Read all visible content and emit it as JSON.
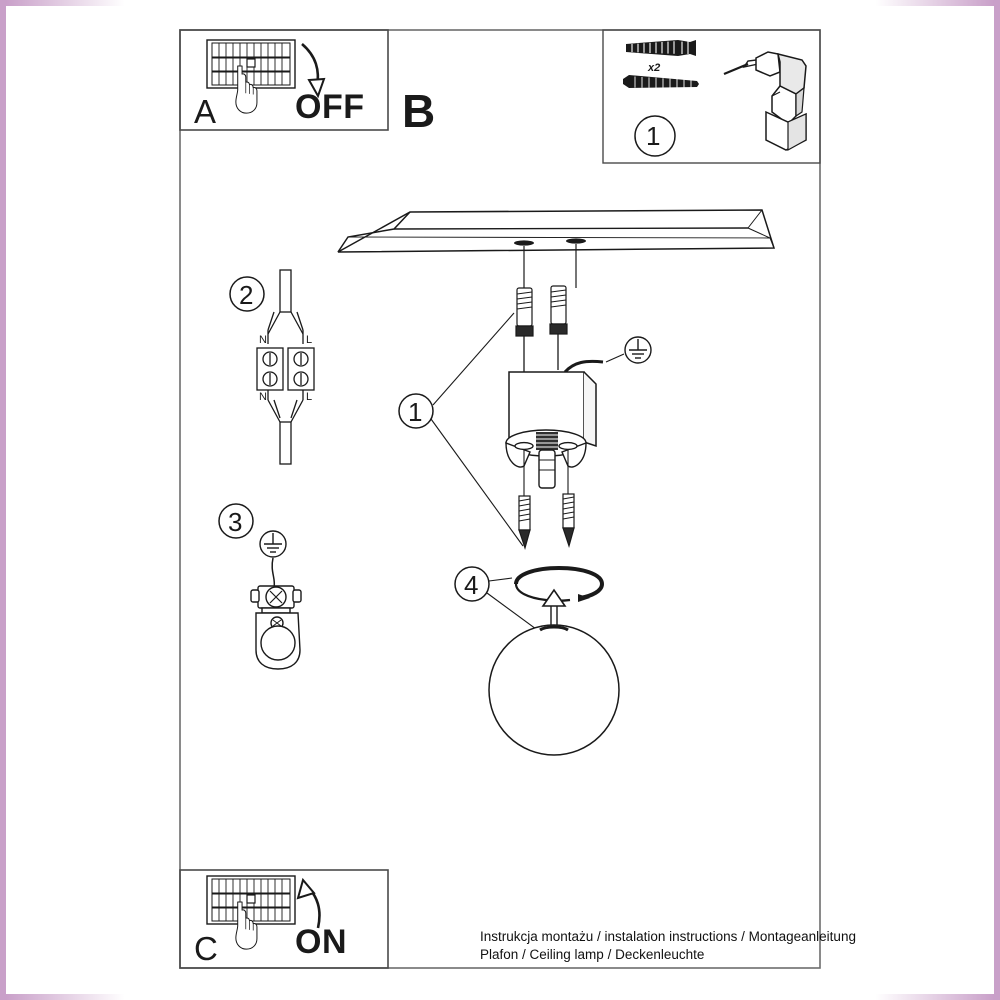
{
  "document": {
    "type": "installation-instruction-sheet",
    "product": "Plafon / Ceiling lamp / Deckenleuchte",
    "footer_line1": "Instrukcja montażu / instalation instructions / Montageanleitung",
    "footer_line2": "Plafon / Ceiling lamp / Deckenleuchte"
  },
  "panels": {
    "a": {
      "letter": "A",
      "action_label": "OFF",
      "icon": "circuit-breaker-panel",
      "hand_icon": "hand-pointing-finger",
      "arrow": "curved-arrow-down"
    },
    "b": {
      "letter": "B"
    },
    "c": {
      "letter": "C",
      "action_label": "ON",
      "icon": "circuit-breaker-panel",
      "hand_icon": "hand-pointing-finger",
      "arrow": "curved-arrow-up"
    }
  },
  "steps": [
    {
      "number": "1",
      "position": "top-right",
      "quantity_label": "x2",
      "parts": [
        "wall-plug-anchor",
        "screw"
      ],
      "tool": "power-drill",
      "description": "Drill holes and insert wall plugs"
    },
    {
      "number": "2",
      "position": "left-upper",
      "terminal_labels_top": {
        "left": "N",
        "right": "L"
      },
      "terminal_labels_bottom": {
        "left": "N",
        "right": "L"
      },
      "parts": [
        "terminal-connector-block",
        "cable-mains",
        "cable-fixture"
      ],
      "description": "Connect N and L wires in terminal block"
    },
    {
      "number": "3",
      "position": "left-lower",
      "symbol": "earth-ground-symbol",
      "parts": [
        "mounting-bracket",
        "earth-screw"
      ],
      "description": "Connect earth wire to bracket"
    },
    {
      "number": "4",
      "position": "center-lower",
      "parts": [
        "retaining-ring",
        "glass-globe-shade"
      ],
      "arrow": "arrow-up",
      "description": "Fit glass globe and secure with ring"
    }
  ],
  "assembly": {
    "callout_1": "1",
    "callout_4": "4",
    "ceiling_label": "ceiling-slab",
    "earth_symbol": "earth-ground-symbol",
    "components": [
      "ceiling-slab",
      "mounting-screws",
      "lamp-base-housing",
      "lamp-socket",
      "fixing-screws",
      "retaining-ring",
      "glass-globe-shade"
    ]
  },
  "colors": {
    "line": "#1a1a1a",
    "page_border": "#c9a0c9",
    "background": "#ffffff",
    "fill_light": "#f2f2f2"
  }
}
